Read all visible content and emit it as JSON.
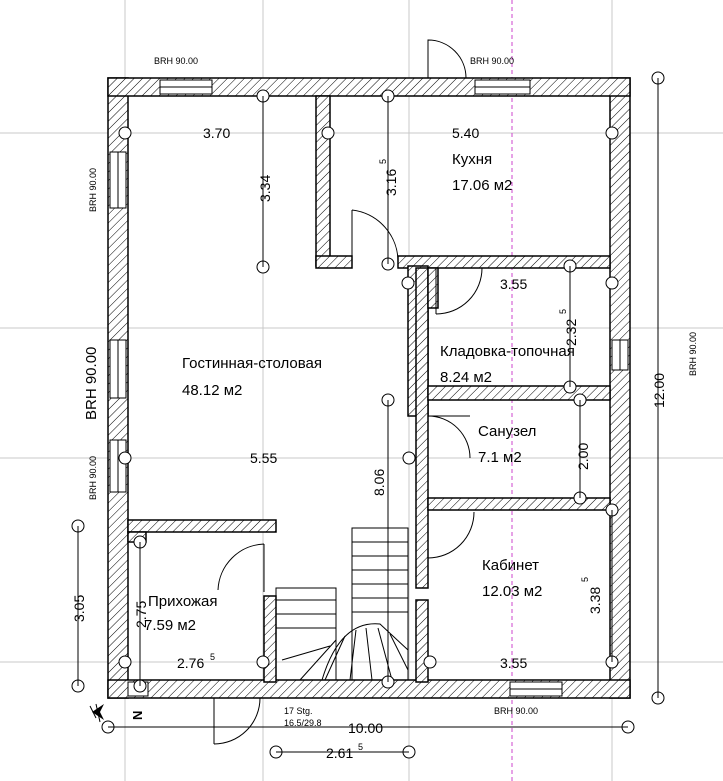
{
  "rooms": {
    "kitchen": {
      "name": "Кухня",
      "area": "17.06 м2"
    },
    "living": {
      "name": "Гостинная-столовая",
      "area": "48.12 м2"
    },
    "pantry": {
      "name": "Кладовка-топочная",
      "area": "8.24 м2"
    },
    "bath": {
      "name": "Санузел",
      "area": "7.1 м2"
    },
    "study": {
      "name": "Кабинет",
      "area": "12.03 м2"
    },
    "hall": {
      "name": "Прихожая",
      "area": "7.59 м2"
    }
  },
  "dimensions": {
    "d370": "3.70",
    "d540": "5.40",
    "d334": "3.34",
    "d316": "3.16",
    "d316_sup": "5",
    "d355_top": "3.55",
    "d232": "2.32",
    "d232_sup": "5",
    "d555": "5.55",
    "d806": "8.06",
    "d200": "2.00",
    "d338": "3.38",
    "d338_sup": "5",
    "d305": "3.05",
    "d275": "2.75",
    "d276": "2.76",
    "d276_sup": "5",
    "d355_bottom": "3.55",
    "d1000": "10.00",
    "d261": "2.61",
    "d261_sup": "5",
    "d1200": "12.00"
  },
  "windows": {
    "top_left": "BRH 90.00",
    "top_right": "BRH 90.00",
    "left_top": "BRH 90.00",
    "left_mid": "BRH 90.00",
    "left_bottom": "BRH 90.00",
    "right": "BRH 90.00",
    "bottom": "BRH 90.00"
  },
  "stairs": {
    "label1": "17 Stg.",
    "label2": "16.5/29.8"
  },
  "north": "N",
  "colors": {
    "grid": "#c8c8c8",
    "axis": "#cc44cc",
    "wall": "#000000"
  }
}
